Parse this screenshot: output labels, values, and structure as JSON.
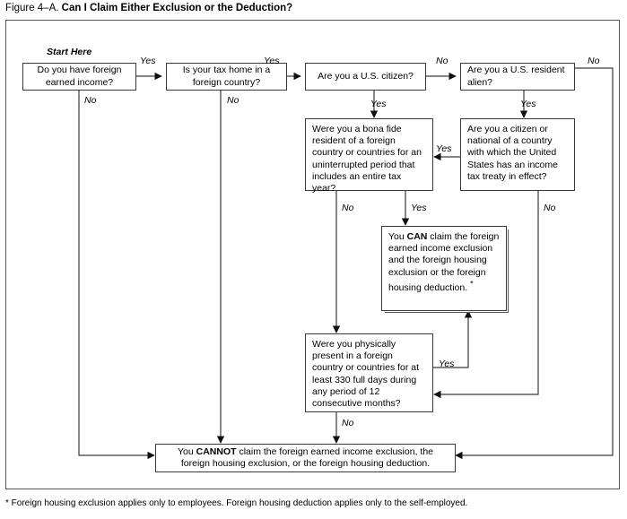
{
  "figure": {
    "number": "Figure 4–A.",
    "title": "Can I Claim Either Exclusion or the Deduction?"
  },
  "start_label": "Start Here",
  "nodes": {
    "foreign_income": "Do you have foreign earned income?",
    "tax_home": "Is your tax home in a foreign country?",
    "us_citizen": "Are you a U.S. citizen?",
    "resident_alien": "Are you a U.S. resident alien?",
    "bona_fide": "Were you a bona fide resident of a foreign country or countries for an uninterrupted period that includes an entire tax year?",
    "tax_treaty": "Are you a citizen or national of a country with which the United States has an income tax treaty in effect?",
    "can_prefix": "You ",
    "can_bold": "CAN",
    "can_suffix": " claim the foreign earned income exclusion and the foreign housing exclusion or the foreign housing deduction. ",
    "can_asterisk": "*",
    "physical_presence": "Were you physically present in a foreign country or countries for at least 330 full days during any period of 12 consecutive months?",
    "cannot_prefix": "You ",
    "cannot_bold": "CANNOT",
    "cannot_suffix": " claim the foreign earned income exclusion, the foreign housing exclusion, or the foreign housing deduction."
  },
  "edge_labels": {
    "yes_income_to_taxhome": "Yes",
    "no_income": "No",
    "yes_taxhome_to_citizen": "Yes",
    "no_taxhome": "No",
    "no_citizen_to_alien": "No",
    "yes_citizen_to_bonafide": "Yes",
    "no_alien": "No",
    "yes_alien_to_treaty": "Yes",
    "yes_treaty_to_bonafide": "Yes",
    "no_treaty": "No",
    "no_bonafide": "No",
    "yes_bonafide_to_can": "Yes",
    "yes_physical_to_can": "Yes",
    "no_physical": "No"
  },
  "footnote": "* Foreign housing exclusion applies only to employees. Foreign housing deduction applies only to the self-employed.",
  "colors": {
    "line": "#3a3a3a",
    "frame": "#555555",
    "background": "#ffffff",
    "text": "#000000"
  }
}
